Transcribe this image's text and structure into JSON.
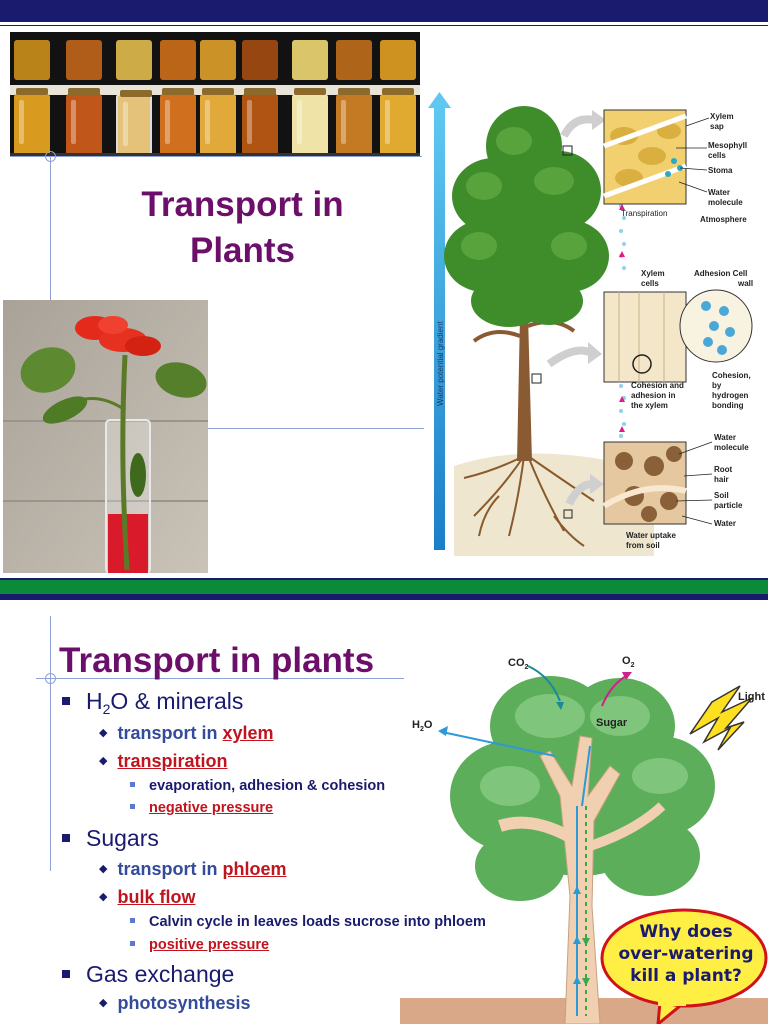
{
  "slide1": {
    "title_line1": "Transport in",
    "title_line2": "Plants",
    "diagram": {
      "gradient_label": "Water potential gradient",
      "panel_top": {
        "labels": [
          "Xylem",
          "sap",
          "Mesophyll",
          "cells",
          "Stoma",
          "Water",
          "molecule",
          "Atmosphere"
        ],
        "transpiration": "Transpiration"
      },
      "panel_mid": {
        "xylem_cells": [
          "Xylem",
          "cells"
        ],
        "adhesion_cell_wall": [
          "Adhesion Cell",
          "wall"
        ],
        "cohesion_adhesion": [
          "Cohesion and",
          "adhesion in",
          "the xylem"
        ],
        "cohesion_hydrogen": [
          "Cohesion,",
          "by",
          "hydrogen",
          "bonding"
        ]
      },
      "panel_bottom": {
        "labels": [
          "Water",
          "molecule",
          "Root",
          "hair",
          "Soil",
          "particle",
          "Water"
        ],
        "uptake": [
          "Water uptake",
          "from soil"
        ]
      }
    }
  },
  "slide2": {
    "title": "Transport in plants",
    "bullets": {
      "h2o_pre": "H",
      "h2o_sub": "2",
      "h2o_post": "O & minerals",
      "xylem_pre": "transport in ",
      "xylem_link": "xylem",
      "transpiration": "transpiration",
      "evap": "evaporation, adhesion & cohesion",
      "neg_pressure": "negative pressure",
      "sugars": "Sugars",
      "phloem_pre": "transport in ",
      "phloem_link": "phloem",
      "bulk_flow": "bulk flow",
      "calvin": "Calvin cycle in leaves loads sucrose into phloem",
      "pos_pressure": "positive pressure",
      "gas_exchange": "Gas exchange",
      "photosynthesis": "photosynthesis"
    },
    "tree_labels": {
      "co2": "CO",
      "co2_sub": "2",
      "o2": "O",
      "o2_sub": "2",
      "h2o": "H",
      "h2o_sub": "2",
      "h2o_post": "O",
      "sugar": "Sugar",
      "light": "Light"
    },
    "bubble_lines": [
      "Why does",
      "over-watering",
      "kill a plant?"
    ]
  }
}
